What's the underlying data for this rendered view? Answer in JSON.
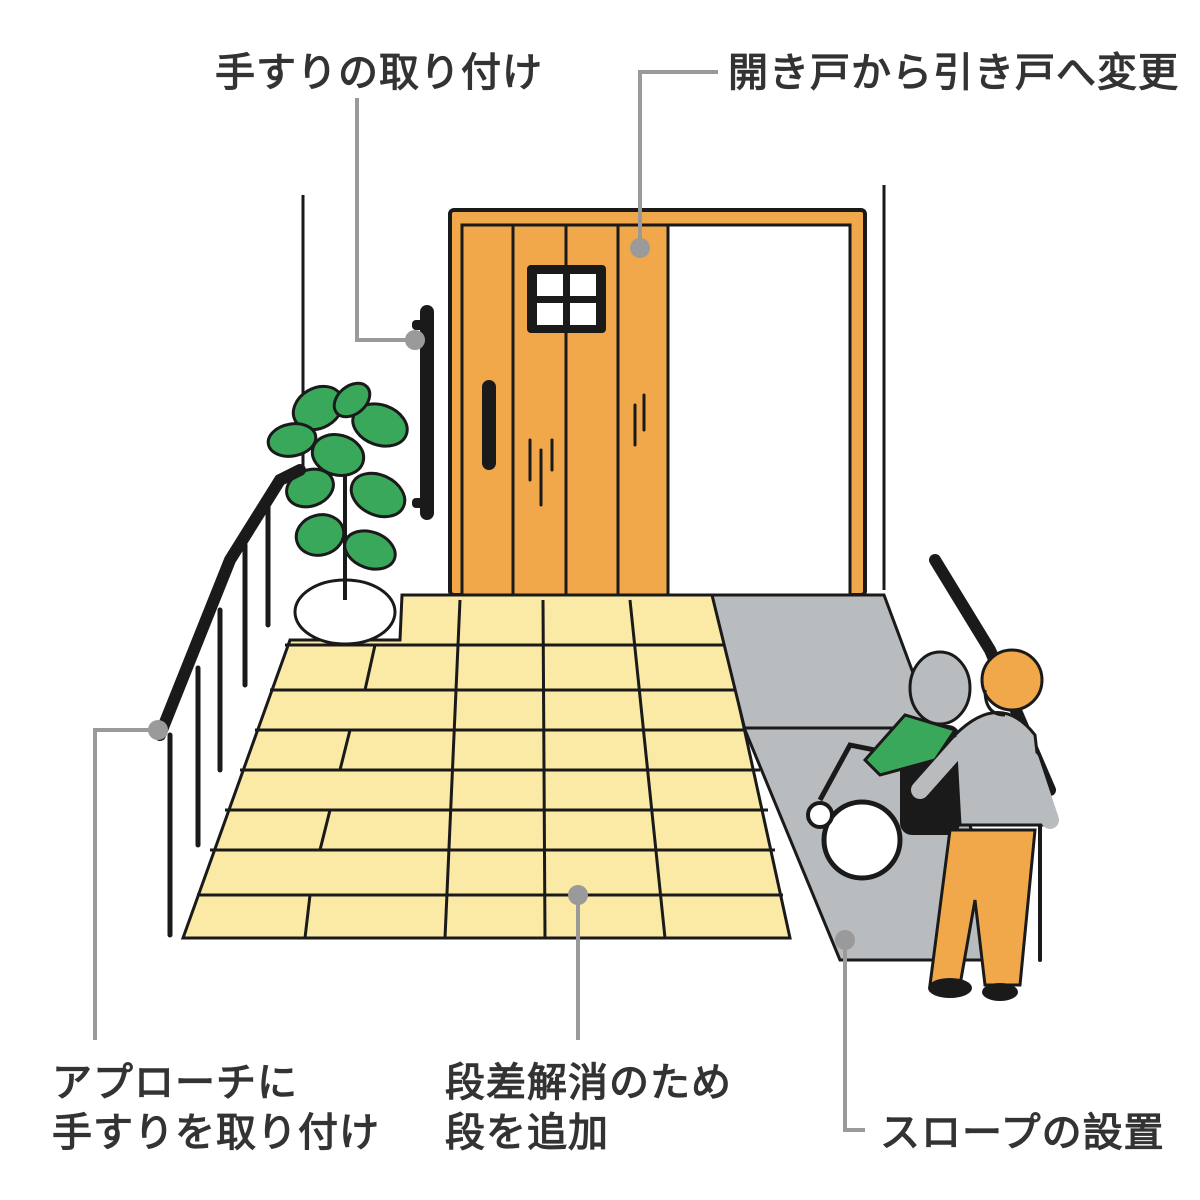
{
  "labels": {
    "handrail_entrance": "手すりの取り付け",
    "door_change": "開き戸から引き戸へ変更",
    "approach_handrail": {
      "line1": "アプローチに",
      "line2": "手すりを取り付け"
    },
    "steps": {
      "line1": "段差解消のため",
      "line2": "段を追加"
    },
    "slope": "スロープの設置"
  },
  "colors": {
    "text": "#333333",
    "leader": "#9a9a9a",
    "door": "#f0a84a",
    "floor_tile": "#fbe9a6",
    "slope": "#b9bcbf",
    "plant": "#3aa85a",
    "outline": "#1a1a1a",
    "wheelchair_person": "#3aa85a",
    "helper_jacket": "#b9bcbf",
    "helper_pants": "#f0a84a",
    "helper_hair": "#f0a84a"
  }
}
